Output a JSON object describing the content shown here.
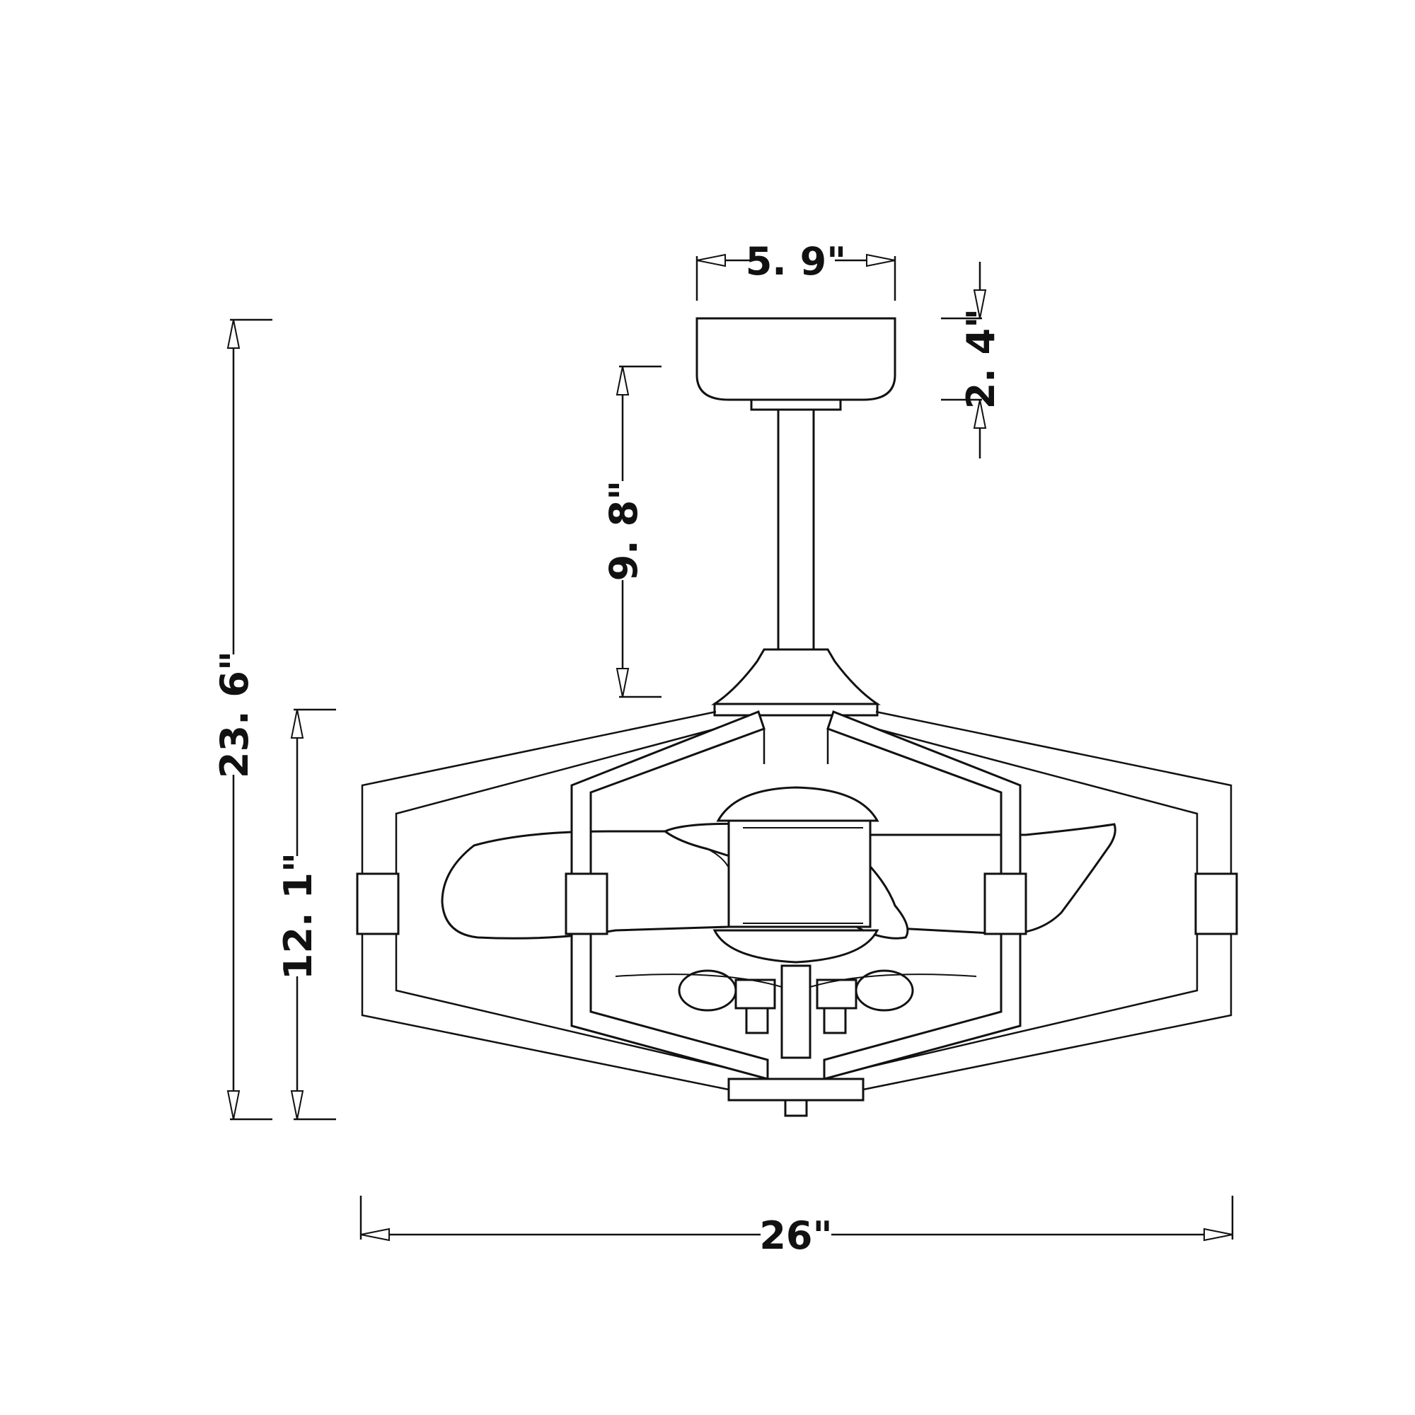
{
  "dimensions": {
    "canopy_width": "5. 9\"",
    "canopy_height": "2. 4\"",
    "downrod_length": "9. 8\"",
    "overall_height": "23. 6\"",
    "fan_body_height": "12. 1\"",
    "overall_width": "26\""
  },
  "colors": {
    "line": "#111111",
    "background": "#ffffff"
  }
}
